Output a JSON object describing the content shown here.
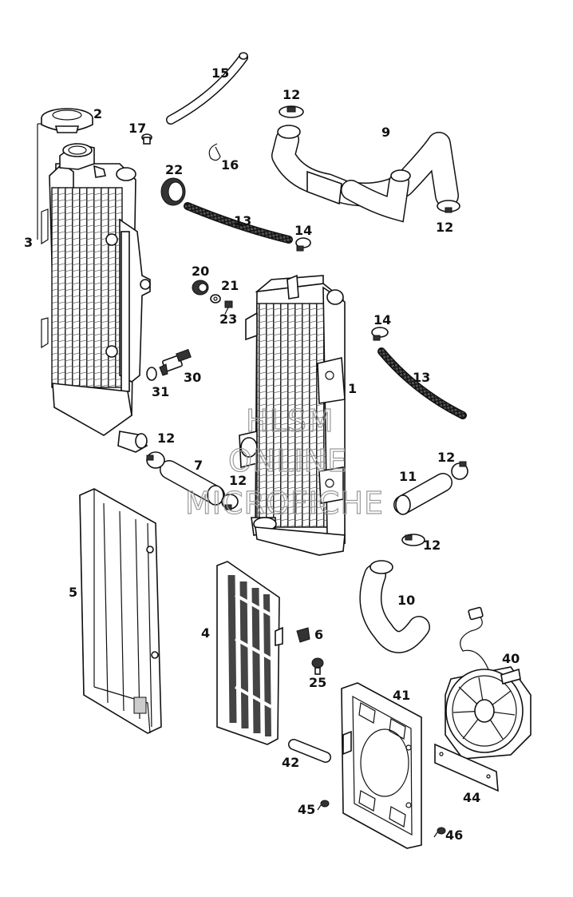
{
  "watermark": {
    "lines": [
      "HLSM",
      "ONLINE",
      "MICROFICHE"
    ],
    "color": "#9a9a9a"
  },
  "callouts": [
    {
      "id": "c1",
      "text": "1"
    },
    {
      "id": "c2",
      "text": "2"
    },
    {
      "id": "c3",
      "text": "3"
    },
    {
      "id": "c4",
      "text": "4"
    },
    {
      "id": "c5",
      "text": "5"
    },
    {
      "id": "c6",
      "text": "6"
    },
    {
      "id": "c7",
      "text": "7"
    },
    {
      "id": "c9",
      "text": "9"
    },
    {
      "id": "c10",
      "text": "10"
    },
    {
      "id": "c11",
      "text": "11"
    },
    {
      "id": "c12a",
      "text": "12"
    },
    {
      "id": "c12b",
      "text": "12"
    },
    {
      "id": "c12c",
      "text": "12"
    },
    {
      "id": "c12d",
      "text": "12"
    },
    {
      "id": "c12e",
      "text": "12"
    },
    {
      "id": "c12f",
      "text": "12"
    },
    {
      "id": "c13a",
      "text": "13"
    },
    {
      "id": "c13b",
      "text": "13"
    },
    {
      "id": "c14a",
      "text": "14"
    },
    {
      "id": "c14b",
      "text": "14"
    },
    {
      "id": "c15",
      "text": "15"
    },
    {
      "id": "c16",
      "text": "16"
    },
    {
      "id": "c17",
      "text": "17"
    },
    {
      "id": "c20",
      "text": "20"
    },
    {
      "id": "c21",
      "text": "21"
    },
    {
      "id": "c22",
      "text": "22"
    },
    {
      "id": "c23",
      "text": "23"
    },
    {
      "id": "c25",
      "text": "25"
    },
    {
      "id": "c30",
      "text": "30"
    },
    {
      "id": "c31",
      "text": "31"
    },
    {
      "id": "c40",
      "text": "40"
    },
    {
      "id": "c41",
      "text": "41"
    },
    {
      "id": "c42",
      "text": "42"
    },
    {
      "id": "c44",
      "text": "44"
    },
    {
      "id": "c45",
      "text": "45"
    },
    {
      "id": "c46",
      "text": "46"
    }
  ]
}
